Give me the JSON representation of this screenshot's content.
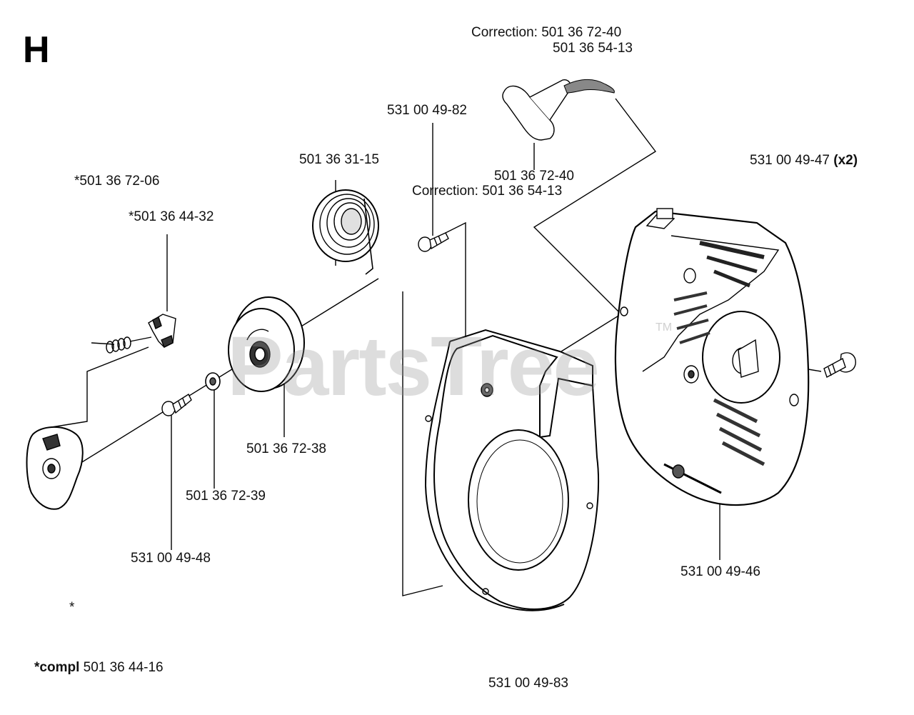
{
  "section_letter": "H",
  "watermark": "PartsTree",
  "watermark_tm": "TM",
  "labels": {
    "correction_top_1": "Correction: 501 36 72-40",
    "correction_top_2": "501 36 54-13",
    "screw_top": "531 00 49-82",
    "spring_coil": "501 36 31-15",
    "handle": "501 36 72-40",
    "correction_mid": "Correction: 501 36 54-13",
    "screws_x2_part": "531 00 49-47",
    "screws_x2_qty": "(x2)",
    "pawl_assembly": "*501 36 72-06",
    "pawl": "*501 36 44-32",
    "pulley": "501 36 72-38",
    "washer": "501 36 72-39",
    "center_screw": "531 00 49-48",
    "housing": "531 00 49-46",
    "cover": "531 00 49-83",
    "asterisk": "*",
    "compl_prefix": "*compl",
    "compl_part": "501 36 44-16"
  },
  "colors": {
    "line": "#000000",
    "part_fill": "#ffffff",
    "shade": "#d8d8d8",
    "dark": "#333333",
    "watermark": "#969696"
  }
}
